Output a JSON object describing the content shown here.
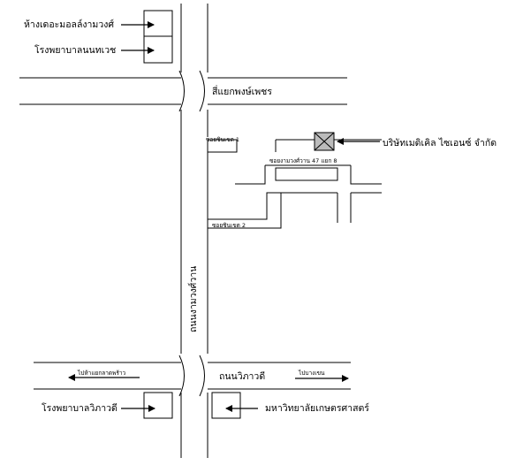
{
  "map": {
    "landmarks": {
      "mall": "ห้างเดอะมอลล์งามวงศ์",
      "hospital_nonthavej": "โรงพยาบาลนนทเวช",
      "hospital_vibhavadi": "โรงพยาบาลวิภาวดี",
      "university": "มหาวิทยาลัยเกษตรศาสตร์",
      "company": "บริษัทเมดิเคิล ไซเอนซ์ จำกัด"
    },
    "roads": {
      "intersection": "สี่แยกพงษ์เพชร",
      "main_road_vertical": "ถนนงามวงศ์วาน",
      "vibhavadi_road": "ถนนวิภาวดี",
      "soi_main": "ซอยงามวงศ์วาน 47 แยก 8",
      "soi_1": "ซอยชินเขต 1",
      "soi_2": "ซอยชินเขต 2"
    },
    "directions": {
      "to_ladprao": "ไปห้าแยกลาดพร้าว",
      "to_bangkhen": "ไปบางเขน"
    },
    "colors": {
      "line": "#000000",
      "company_marker": "#bbbbbb"
    },
    "icons": {
      "company_marker": "crossed-box-icon",
      "pointer": "arrow-icon"
    }
  }
}
